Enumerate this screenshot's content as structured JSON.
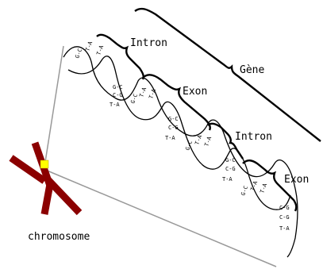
{
  "labels": {
    "gene": "Gène",
    "intron1": "Intron",
    "exon1": "Exon",
    "intron2": "Intron",
    "exon2": "Exon",
    "chromosome": "chromosome"
  },
  "base_pairs": [
    "G-C",
    "T-A",
    "T-A",
    "G-C",
    "C-G",
    "T-A",
    "G-C",
    "T-A",
    "T-A",
    "G-C",
    "C-G",
    "T-A",
    "G-C",
    "T-A",
    "T-A",
    "G-C",
    "C-G",
    "T-A",
    "G-C",
    "T-A",
    "T-A",
    "C-G",
    "C-G",
    "T-A"
  ],
  "colors": {
    "chromosome": "#8b0000",
    "highlight": "#ffff00",
    "lines": "#000000",
    "zoom_lines": "#999999"
  }
}
